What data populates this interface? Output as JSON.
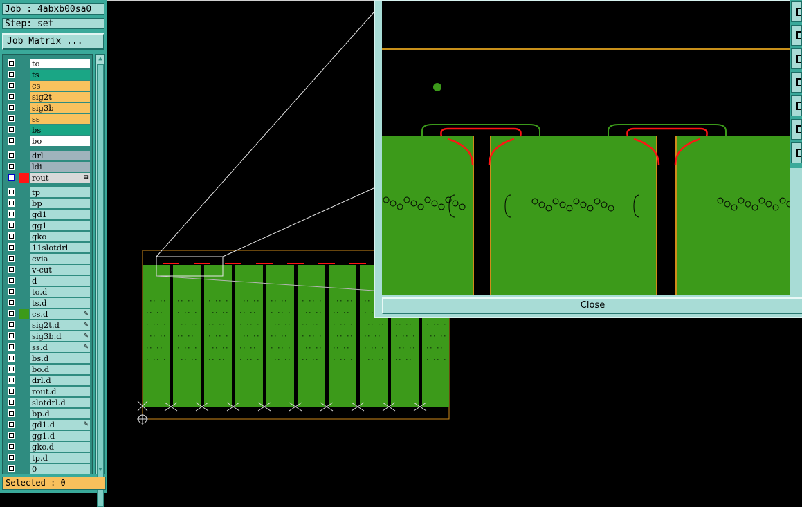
{
  "job": {
    "label": "Job : 4abxb00sa0"
  },
  "step": {
    "label": "Step: set"
  },
  "job_matrix_button": "Job Matrix ...",
  "layers": [
    {
      "name": "to",
      "bg": "#ffffff",
      "checked": false,
      "swatch": "",
      "mark": ""
    },
    {
      "name": "ts",
      "bg": "#1aa685",
      "checked": false,
      "swatch": "",
      "mark": ""
    },
    {
      "name": "cs",
      "bg": "#f9c25e",
      "checked": false,
      "swatch": "",
      "mark": ""
    },
    {
      "name": "sig2t",
      "bg": "#f9c25e",
      "checked": false,
      "swatch": "",
      "mark": ""
    },
    {
      "name": "sig3b",
      "bg": "#f9c25e",
      "checked": false,
      "swatch": "",
      "mark": ""
    },
    {
      "name": "ss",
      "bg": "#f9c25e",
      "checked": false,
      "swatch": "",
      "mark": ""
    },
    {
      "name": "bs",
      "bg": "#1aa685",
      "checked": false,
      "swatch": "",
      "mark": ""
    },
    {
      "name": "bo",
      "bg": "#ffffff",
      "checked": false,
      "swatch": "",
      "mark": ""
    },
    {
      "name": "drl",
      "bg": "#9fb3bc",
      "checked": false,
      "swatch": "",
      "mark": ""
    },
    {
      "name": "ldi",
      "bg": "#9fb3bc",
      "checked": false,
      "swatch": "",
      "mark": ""
    },
    {
      "name": "rout",
      "bg": "#d9d9d9",
      "checked": true,
      "swatch": "red",
      "mark": "⊞"
    },
    {
      "name": "tp",
      "bg": "#a8dcd6",
      "checked": false,
      "swatch": "",
      "mark": ""
    },
    {
      "name": "bp",
      "bg": "#a8dcd6",
      "checked": false,
      "swatch": "",
      "mark": ""
    },
    {
      "name": "gd1",
      "bg": "#a8dcd6",
      "checked": false,
      "swatch": "",
      "mark": ""
    },
    {
      "name": "gg1",
      "bg": "#a8dcd6",
      "checked": false,
      "swatch": "",
      "mark": ""
    },
    {
      "name": "gko",
      "bg": "#a8dcd6",
      "checked": false,
      "swatch": "",
      "mark": ""
    },
    {
      "name": "11slotdrl",
      "bg": "#a8dcd6",
      "checked": false,
      "swatch": "",
      "mark": ""
    },
    {
      "name": "cvia",
      "bg": "#a8dcd6",
      "checked": false,
      "swatch": "",
      "mark": ""
    },
    {
      "name": "v-cut",
      "bg": "#a8dcd6",
      "checked": false,
      "swatch": "",
      "mark": ""
    },
    {
      "name": "d",
      "bg": "#a8dcd6",
      "checked": false,
      "swatch": "",
      "mark": ""
    },
    {
      "name": "to.d",
      "bg": "#a8dcd6",
      "checked": false,
      "swatch": "",
      "mark": ""
    },
    {
      "name": "ts.d",
      "bg": "#a8dcd6",
      "checked": false,
      "swatch": "",
      "mark": ""
    },
    {
      "name": "cs.d",
      "bg": "#a8dcd6",
      "checked": false,
      "swatch": "green",
      "mark": "✎"
    },
    {
      "name": "sig2t.d",
      "bg": "#a8dcd6",
      "checked": false,
      "swatch": "",
      "mark": "✎"
    },
    {
      "name": "sig3b.d",
      "bg": "#a8dcd6",
      "checked": false,
      "swatch": "",
      "mark": "✎"
    },
    {
      "name": "ss.d",
      "bg": "#a8dcd6",
      "checked": false,
      "swatch": "",
      "mark": "✎"
    },
    {
      "name": "bs.d",
      "bg": "#a8dcd6",
      "checked": false,
      "swatch": "",
      "mark": ""
    },
    {
      "name": "bo.d",
      "bg": "#a8dcd6",
      "checked": false,
      "swatch": "",
      "mark": ""
    },
    {
      "name": "drl.d",
      "bg": "#a8dcd6",
      "checked": false,
      "swatch": "",
      "mark": ""
    },
    {
      "name": "rout.d",
      "bg": "#a8dcd6",
      "checked": false,
      "swatch": "",
      "mark": ""
    },
    {
      "name": "slotdrl.d",
      "bg": "#a8dcd6",
      "checked": false,
      "swatch": "",
      "mark": ""
    },
    {
      "name": "bp.d",
      "bg": "#a8dcd6",
      "checked": false,
      "swatch": "",
      "mark": ""
    },
    {
      "name": "gd1.d",
      "bg": "#a8dcd6",
      "checked": false,
      "swatch": "",
      "mark": "✎"
    },
    {
      "name": "gg1.d",
      "bg": "#a8dcd6",
      "checked": false,
      "swatch": "",
      "mark": ""
    },
    {
      "name": "gko.d",
      "bg": "#a8dcd6",
      "checked": false,
      "swatch": "",
      "mark": ""
    },
    {
      "name": "tp.d",
      "bg": "#a8dcd6",
      "checked": false,
      "swatch": "",
      "mark": ""
    },
    {
      "name": "0",
      "bg": "#a8dcd6",
      "checked": false,
      "swatch": "",
      "mark": ""
    }
  ],
  "status": {
    "selected": "Selected : 0"
  },
  "zoom_window": {
    "close_label": "Close"
  },
  "colors": {
    "panel": "#3aa99a",
    "panel_light": "#a8dcd6",
    "board_green": "#3c9a1a",
    "rout_red": "#ff1414",
    "outline_orange": "#d08a1a",
    "status_orange": "#f8c05c"
  },
  "icons": [
    "checkbox-icon",
    "scroll-up-arrow-icon",
    "scroll-down-arrow-icon",
    "edit-pencil-icon",
    "origin-crosshair-icon",
    "toolbar-icon"
  ]
}
